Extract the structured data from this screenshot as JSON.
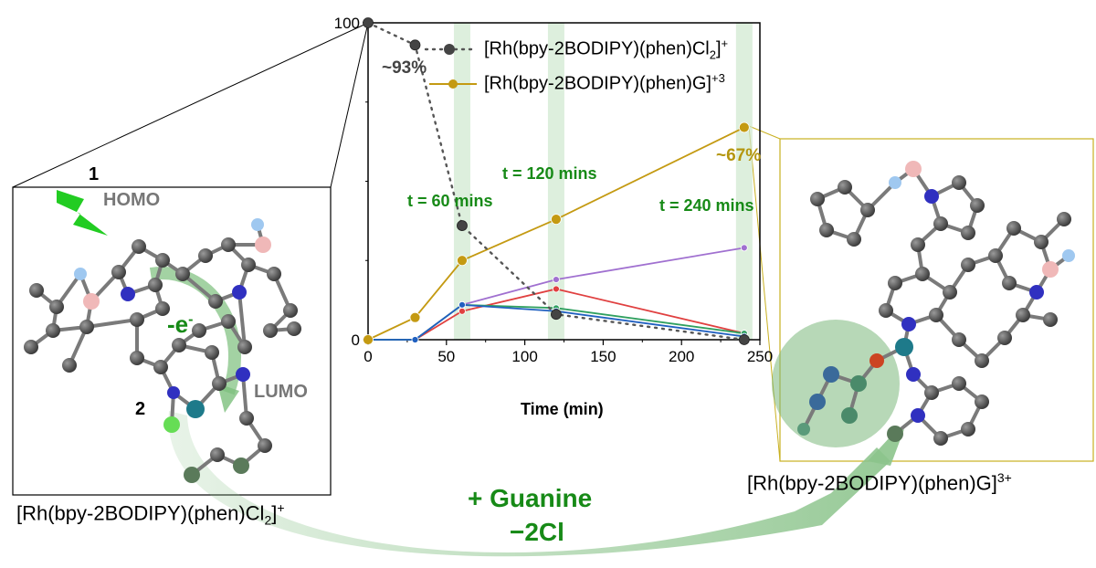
{
  "chart_data": {
    "type": "line",
    "xlabel": "Time (min)",
    "ylabel": "",
    "xlim": [
      0,
      250
    ],
    "ylim": [
      0,
      100
    ],
    "x_ticks": [
      "0",
      "50",
      "100",
      "150",
      "200",
      "250"
    ],
    "y_ticks": [
      "0",
      "100"
    ],
    "legend_position": "top-right",
    "series": [
      {
        "name": "[Rh(bpy-2BODIPY)(phen)Cl2]+",
        "color": "#555555",
        "style": "dotted",
        "x": [
          0,
          30,
          60,
          120,
          240
        ],
        "y": [
          100,
          93,
          36,
          8,
          0
        ]
      },
      {
        "name": "[Rh(bpy-2BODIPY)(phen)G]+3",
        "color": "#c49a12",
        "style": "solid",
        "x": [
          0,
          30,
          60,
          120,
          240
        ],
        "y": [
          0,
          7,
          25,
          38,
          67
        ]
      },
      {
        "color": "#a070d0",
        "style": "solid",
        "x": [
          0,
          30,
          60,
          120,
          240
        ],
        "y": [
          0,
          0,
          11,
          19,
          29
        ]
      },
      {
        "color": "#e04040",
        "style": "solid",
        "x": [
          0,
          30,
          60,
          120,
          240
        ],
        "y": [
          0,
          0,
          9,
          16,
          2
        ]
      },
      {
        "color": "#30a060",
        "style": "solid",
        "x": [
          0,
          30,
          60,
          120,
          240
        ],
        "y": [
          0,
          0,
          11,
          10,
          2
        ]
      },
      {
        "color": "#2060c0",
        "style": "solid",
        "x": [
          0,
          30,
          60,
          120,
          240
        ],
        "y": [
          0,
          0,
          11,
          9,
          1
        ]
      }
    ],
    "highlight_bands_x": [
      60,
      120,
      240
    ],
    "annotations": {
      "pct_93": "~93%",
      "pct_67": "~67%",
      "t60": "t = 60 mins",
      "t120": "t = 120 mins",
      "t240": "t = 240 mins"
    }
  },
  "figure": {
    "left_label": "[Rh(bpy-2BODIPY)(phen)Cl",
    "left_sub": "2",
    "left_sup": "+",
    "right_label": "[Rh(bpy-2BODIPY)(phen)G]",
    "right_sup": "3+",
    "legend_1": "[Rh(bpy-2BODIPY)(phen)Cl",
    "legend_1_sub": "2",
    "legend_1_sup": "+",
    "legend_2": "[Rh(bpy-2BODIPY)(phen)G]",
    "legend_2_sup": "+3",
    "homo": "HOMO",
    "lumo": "LUMO",
    "minus_e": "-e",
    "minus_e_sup": "-",
    "marker_1": "1",
    "marker_2": "2",
    "guanine_line1": "+ Guanine",
    "guanine_line2": "−2Cl"
  },
  "colors": {
    "accent_green": "#178a17",
    "gold": "#c49a12",
    "band": "#cfe8cf",
    "arrow_green": "#8cc48c"
  }
}
